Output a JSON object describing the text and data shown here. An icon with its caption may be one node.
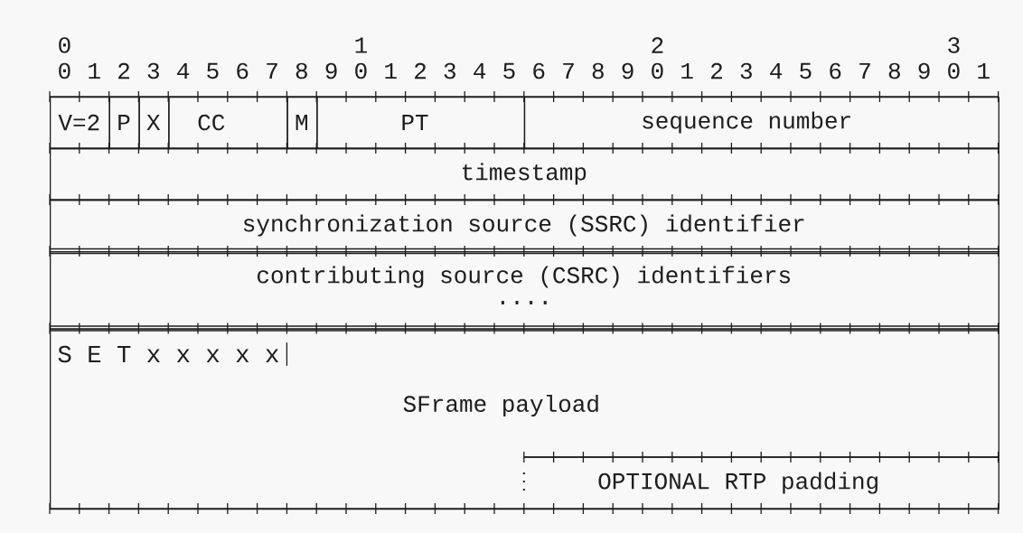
{
  "diagram": {
    "nodes": [
      {
        "text": [
          "V=2"
        ]
      },
      {
        "text": [
          "P"
        ]
      },
      {
        "text": [
          "X"
        ]
      },
      {
        "text": [
          "CC"
        ]
      },
      {
        "text": [
          "M"
        ]
      },
      {
        "text": [
          "PT"
        ]
      },
      {
        "text": [
          "sequence number"
        ]
      },
      {
        "text": [
          "timestamp"
        ]
      },
      {
        "text": [
          "synchronization source (SSRC) identifier"
        ]
      },
      {
        "text": [
          "contributing source (CSRC) identifiers",
          "...."
        ]
      },
      {
        "text": [
          "SFrame payload"
        ]
      },
      {
        "text": [
          "S E T x x x x x"
        ],
        "in": 10
      },
      {
        "text": [
          "OPTIONAL RTP padding"
        ],
        "in": 10
      }
    ],
    "labels": [
      "0",
      "1",
      "2",
      "3",
      "0",
      "1",
      "2",
      "3",
      "4",
      "5",
      "6",
      "7",
      "8",
      "9",
      "0",
      "1",
      "2",
      "3",
      "4",
      "5",
      "6",
      "7",
      "8",
      "9",
      "0",
      "1",
      "2",
      "3",
      "4",
      "5",
      "6",
      "7",
      "8",
      "9",
      "0",
      "1"
    ]
  }
}
